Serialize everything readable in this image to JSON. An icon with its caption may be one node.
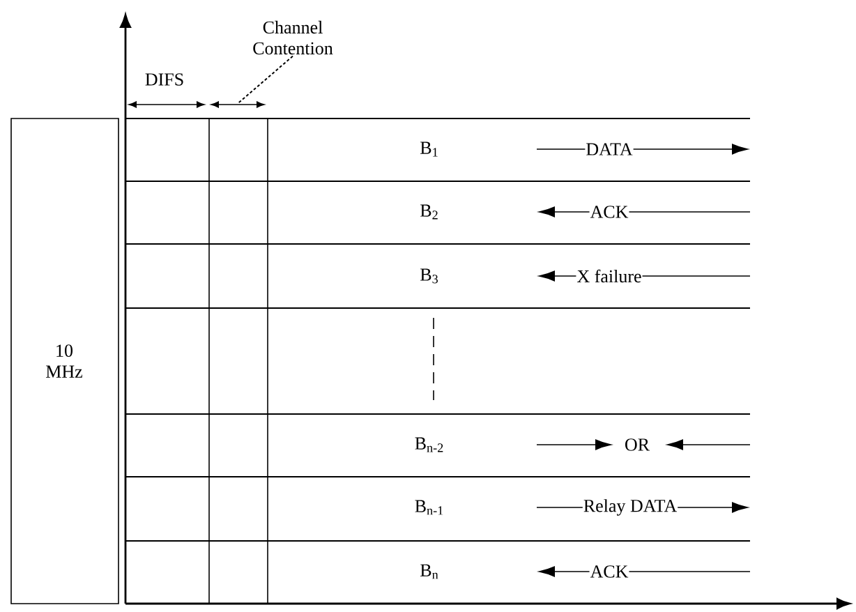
{
  "diagram": {
    "nodes": [
      {
        "text": [
          "Channel Contention"
        ]
      },
      {
        "text": [
          "10 MHz"
        ]
      },
      {
        "text": [],
        "shape": "arrow"
      }
    ],
    "edges": [
      {
        "from": 0,
        "to": 2,
        "arrow": "none",
        "style": "dashed"
      }
    ],
    "labels": [
      "DIFS",
      "B$_{1}$",
      "DATA",
      "B$_{2}$",
      "ACK",
      "B$_{3}$",
      "X failure",
      "B$_{n-2}$",
      "OR",
      "B$_{n-1}$",
      "Relay DATA",
      "B$_{n}$",
      "ACK"
    ]
  }
}
